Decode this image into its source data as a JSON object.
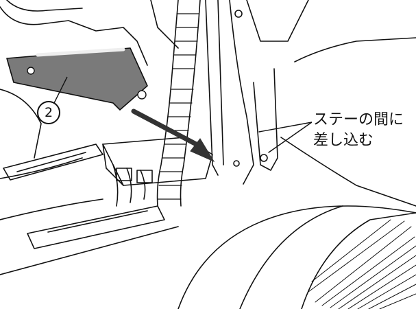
{
  "illustration": {
    "callout": {
      "line1": "ステーの間に",
      "line2": "差し込む"
    },
    "part_label": "2",
    "colors": {
      "line": "#111111",
      "arrow_fill": "#333333",
      "bracket_fill": "#7a7a7a",
      "background": "#ffffff"
    }
  }
}
